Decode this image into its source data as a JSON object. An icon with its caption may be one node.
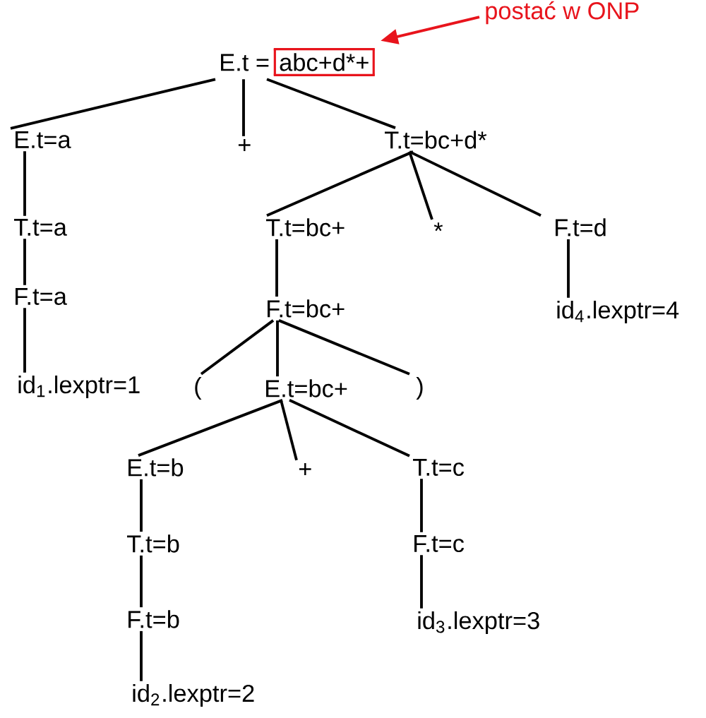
{
  "diagram": {
    "nodes": [
      {
        "text": [
          "E.t =",
          "abc+d*+"
        ]
      },
      {
        "text": [
          "postać w ONP"
        ]
      },
      {
        "text": [
          "E.t=a"
        ]
      },
      {
        "text": [
          "+"
        ]
      },
      {
        "text": [
          "T.t=bc+d*"
        ]
      },
      {
        "text": [
          "T.t=a"
        ]
      },
      {
        "text": [
          "T.t=bc+"
        ]
      },
      {
        "text": [
          "*"
        ]
      },
      {
        "text": [
          "F.t=d"
        ]
      },
      {
        "text": [
          "F.t=a"
        ]
      },
      {
        "text": [
          "F.t=bc+"
        ]
      },
      {
        "text": [
          "id$_{4}$.lexptr=4"
        ]
      },
      {
        "text": [
          "id$_{1}$.lexptr=1"
        ]
      },
      {
        "text": [
          "("
        ]
      },
      {
        "text": [
          "E.t=bc+"
        ]
      },
      {
        "text": [
          ")"
        ]
      },
      {
        "text": [
          "E.t=b"
        ]
      },
      {
        "text": [
          "+"
        ]
      },
      {
        "text": [
          "T.t=c"
        ]
      },
      {
        "text": [
          "T.t=b"
        ]
      },
      {
        "text": [
          "F.t=c"
        ]
      },
      {
        "text": [
          "F.t=b"
        ]
      },
      {
        "text": [
          "id$_{3}$.lexptr=3"
        ]
      },
      {
        "text": [
          "id$_{2}$.lexptr=2"
        ]
      }
    ],
    "edges": [
      {
        "from": 1,
        "to": 0,
        "arrow": "to",
        "color": "#e8141c"
      },
      {
        "from": 0,
        "to": 2,
        "arrow": "none"
      },
      {
        "from": 0,
        "to": 3,
        "arrow": "none"
      },
      {
        "from": 0,
        "to": 4,
        "arrow": "none"
      },
      {
        "from": 2,
        "to": 5,
        "arrow": "none"
      },
      {
        "from": 5,
        "to": 9,
        "arrow": "none"
      },
      {
        "from": 9,
        "to": 12,
        "arrow": "none"
      },
      {
        "from": 4,
        "to": 6,
        "arrow": "none"
      },
      {
        "from": 4,
        "to": 7,
        "arrow": "none"
      },
      {
        "from": 4,
        "to": 8,
        "arrow": "none"
      },
      {
        "from": 6,
        "to": 10,
        "arrow": "none"
      },
      {
        "from": 8,
        "to": 11,
        "arrow": "none"
      },
      {
        "from": 10,
        "to": 13,
        "arrow": "none"
      },
      {
        "from": 10,
        "to": 14,
        "arrow": "none"
      },
      {
        "from": 10,
        "to": 15,
        "arrow": "none"
      },
      {
        "from": 14,
        "to": 16,
        "arrow": "none"
      },
      {
        "from": 14,
        "to": 17,
        "arrow": "none"
      },
      {
        "from": 14,
        "to": 18,
        "arrow": "none"
      },
      {
        "from": 16,
        "to": 19,
        "arrow": "none"
      },
      {
        "from": 19,
        "to": 21,
        "arrow": "none"
      },
      {
        "from": 21,
        "to": 23,
        "arrow": "none"
      },
      {
        "from": 18,
        "to": 20,
        "arrow": "none"
      },
      {
        "from": 20,
        "to": 22,
        "arrow": "none"
      }
    ]
  }
}
